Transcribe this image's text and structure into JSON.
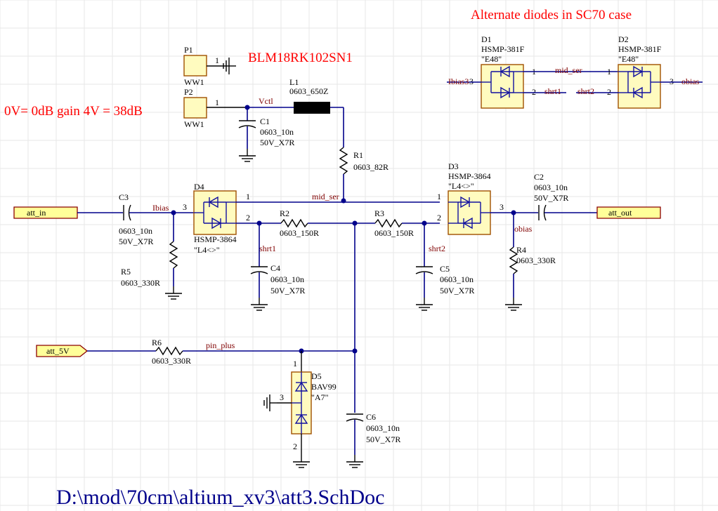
{
  "notes": {
    "alt_title": "Alternate diodes in SC70 case",
    "bead_part": "BLM18RK102SN1",
    "gain_note": "0V= 0dB gain 4V = 38dB",
    "file_path": "D:\\mod\\70cm\\altium_xv3\\att3.SchDoc"
  },
  "ports": {
    "att_in": "att_in",
    "att_out": "att_out",
    "att_5v": "att_5V"
  },
  "nets": {
    "vctl": "Vctl",
    "ibias": "Ibias",
    "mid_ser": "mid_ser",
    "obias": "obias",
    "shrt1": "shrt1",
    "shrt2": "shrt2",
    "pin_plus": "pin_plus",
    "ibias3": "Ibias3",
    "mid_ser_alt": "mid_ser",
    "shrt1_alt": "shrt1",
    "shrt2_alt": "shrt2",
    "obias_alt": "obias"
  },
  "pins": {
    "p1": "1",
    "p2": "1",
    "d4_1": "1",
    "d4_2": "2",
    "d4_3": "3",
    "d3_1": "1",
    "d3_2": "2",
    "d3_3": "3",
    "d1_1": "1",
    "d1_2": "2",
    "d1_3": "3",
    "d2_1": "1",
    "d2_2": "2",
    "d2_3": "3",
    "d5_1": "1",
    "d5_2": "2",
    "d5_3": "3"
  },
  "parts": {
    "P1": {
      "ref": "P1",
      "val": "WW1"
    },
    "P2": {
      "ref": "P2",
      "val": "WW1"
    },
    "L1": {
      "ref": "L1",
      "val": "0603_650Z"
    },
    "C1": {
      "ref": "C1",
      "val": "0603_10n",
      "rating": "50V_X7R"
    },
    "R1": {
      "ref": "R1",
      "val": "0603_82R"
    },
    "C3": {
      "ref": "C3",
      "val": "0603_10n",
      "rating": "50V_X7R"
    },
    "R5": {
      "ref": "R5",
      "val": "0603_330R"
    },
    "D4": {
      "ref": "D4",
      "val": "HSMP-3864",
      "mark": "\"L4<>\""
    },
    "R2": {
      "ref": "R2",
      "val": "0603_150R"
    },
    "R3": {
      "ref": "R3",
      "val": "0603_150R"
    },
    "C4": {
      "ref": "C4",
      "val": "0603_10n",
      "rating": "50V_X7R"
    },
    "C5": {
      "ref": "C5",
      "val": "0603_10n",
      "rating": "50V_X7R"
    },
    "D3": {
      "ref": "D3",
      "val": "HSMP-3864",
      "mark": "\"L4<>\""
    },
    "C2": {
      "ref": "C2",
      "val": "0603_10n",
      "rating": "50V_X7R"
    },
    "R4": {
      "ref": "R4",
      "val": "0603_330R"
    },
    "R6": {
      "ref": "R6",
      "val": "0603_330R"
    },
    "D5": {
      "ref": "D5",
      "val": "BAV99",
      "mark": "\"A7\""
    },
    "C6": {
      "ref": "C6",
      "val": "0603_10n",
      "rating": "50V_X7R"
    },
    "D1": {
      "ref": "D1",
      "val": "HSMP-381F",
      "mark": "\"E48\""
    },
    "D2": {
      "ref": "D2",
      "val": "HSMP-381F",
      "mark": "\"E48\""
    }
  }
}
